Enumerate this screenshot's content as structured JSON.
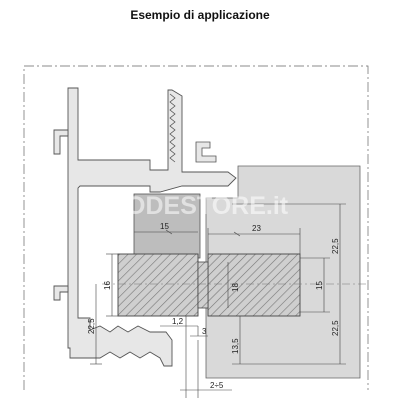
{
  "title": "Esempio di applicazione",
  "watermark": "NODESTORE.it",
  "colors": {
    "profile": "#e7e7e7",
    "wall": "#d9d9d9",
    "insert": "#bdbdbd",
    "hatch": "#cfcfcf",
    "line": "#555555"
  },
  "dimensions": {
    "d15": "15",
    "d23": "23",
    "d16": "16",
    "d18": "18",
    "d22_5_left": "22,5",
    "d22_5_right_top": "22,5",
    "d22_5_right_bottom": "22,5",
    "d15_right": "15",
    "d1_2": "1,2",
    "d3": "3",
    "d13_5": "13,5",
    "d2_5": "2÷5"
  }
}
